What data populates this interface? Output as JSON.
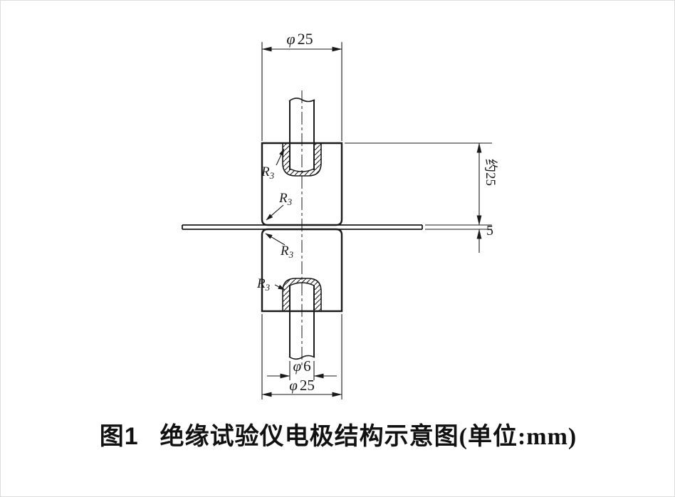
{
  "labels": {
    "phi": "φ",
    "top_diameter": "25",
    "shaft_diameter": "6",
    "bottom_diameter": "25",
    "electrode_height": "约25",
    "plate_thickness": "5",
    "radius": "R",
    "radius_subscript": "3"
  },
  "caption": {
    "figure_number": "图1",
    "title": "绝缘试验仪电极结构示意图",
    "unit": "(单位:mm)"
  }
}
